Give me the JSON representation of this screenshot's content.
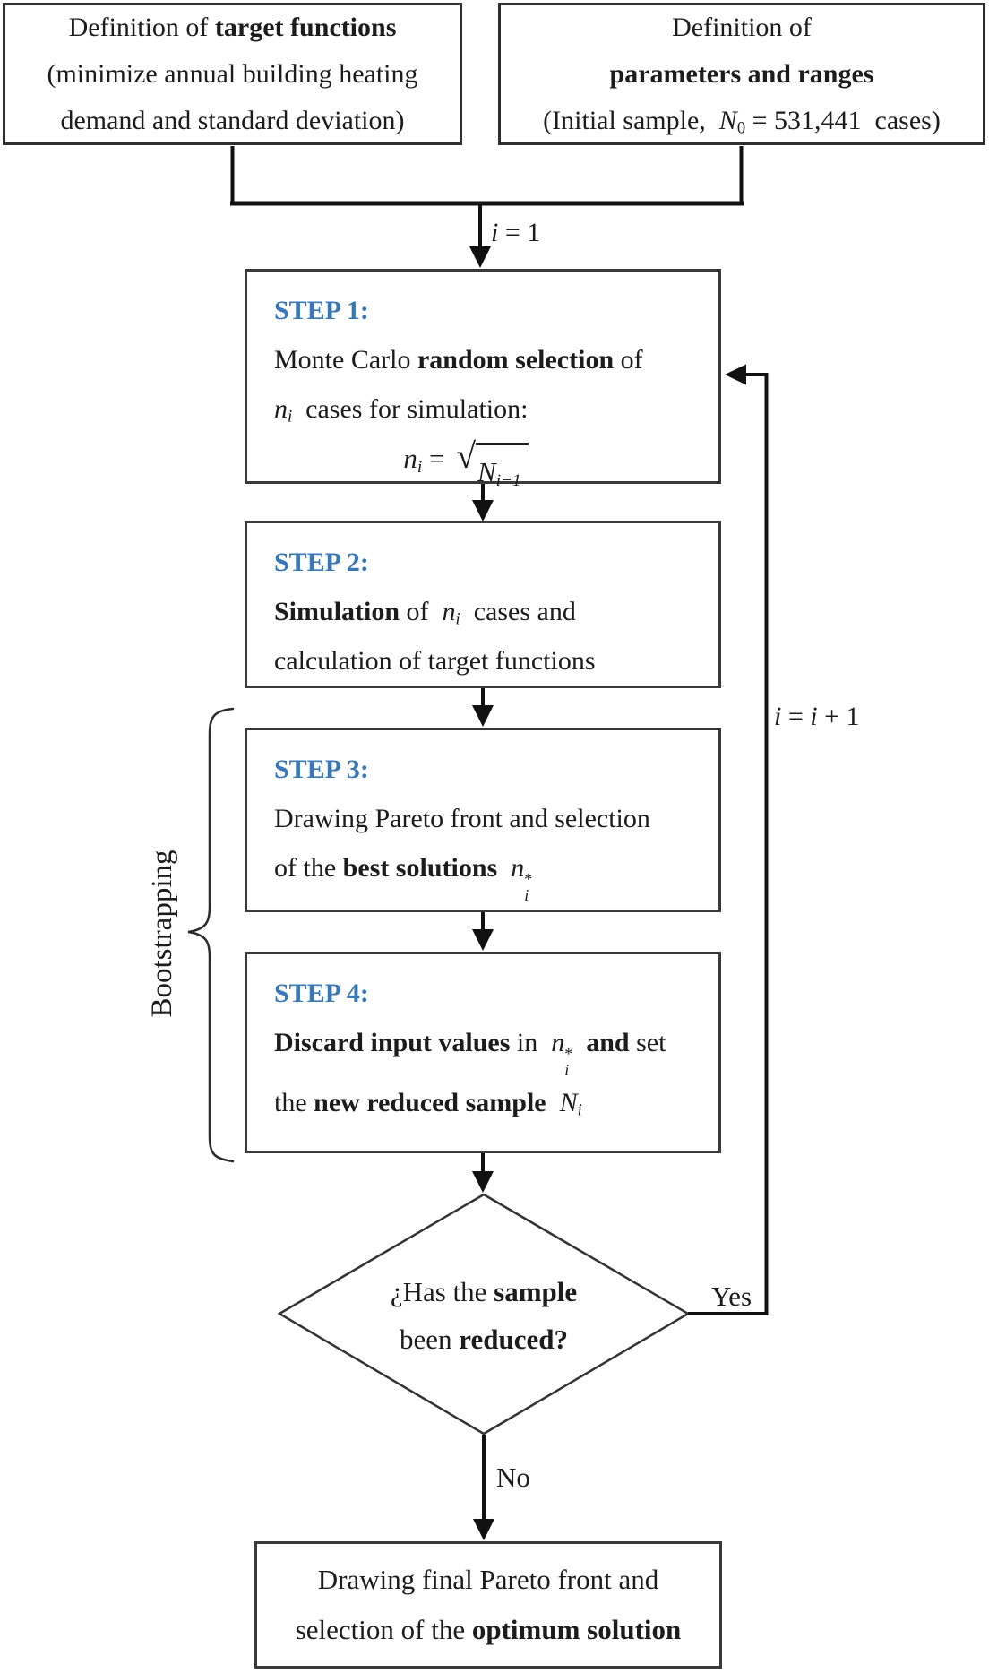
{
  "colors": {
    "step_title_blue": "#3a78b5",
    "box_border_gray": "#3a3a3a",
    "connector_black": "#111111",
    "background": "#ffffff"
  },
  "top_left_box": {
    "lines": [
      [
        {
          "t": "Definition of "
        },
        {
          "t": "target functions",
          "b": true
        }
      ],
      [
        {
          "t": "(minimize annual building heating"
        }
      ],
      [
        {
          "t": "demand and standard deviation)"
        }
      ]
    ]
  },
  "top_right_box": {
    "lines": [
      [
        {
          "t": "Definition of"
        }
      ],
      [
        {
          "t": "parameters and ranges",
          "b": true
        }
      ],
      [
        {
          "t": "(Initial sample,  "
        },
        {
          "t": "N",
          "i": true
        },
        {
          "t": "0",
          "sub": true
        },
        {
          "t": " = 531,441  cases)"
        }
      ]
    ]
  },
  "steps": [
    {
      "title": "STEP 1:",
      "lines": [
        [
          {
            "t": "Monte Carlo "
          },
          {
            "t": "random selection",
            "b": true
          },
          {
            "t": " of"
          }
        ],
        [
          {
            "t": "n",
            "i": true
          },
          {
            "t": "i",
            "i": true,
            "sub": true
          },
          {
            "t": "  cases for simulation:"
          }
        ]
      ],
      "formula": [
        {
          "t": "n",
          "i": true
        },
        {
          "t": "i",
          "i": true,
          "sub": true
        },
        {
          "t": " = "
        },
        {
          "r": [
            {
              "t": "N",
              "i": true
            },
            {
              "t": "i−1",
              "i": true,
              "sub": true
            }
          ]
        }
      ]
    },
    {
      "title": "STEP 2:",
      "lines": [
        [
          {
            "t": "Simulation",
            "b": true
          },
          {
            "t": " of  "
          },
          {
            "t": "n",
            "i": true
          },
          {
            "t": "i",
            "i": true,
            "sub": true
          },
          {
            "t": "  cases and"
          }
        ],
        [
          {
            "t": "calculation of target functions"
          }
        ]
      ]
    },
    {
      "title": "STEP 3:",
      "lines": [
        [
          {
            "t": "Drawing Pareto front and selection"
          }
        ],
        [
          {
            "t": "of the "
          },
          {
            "t": "best solutions",
            "b": true
          },
          {
            "t": "  "
          },
          {
            "t": "n",
            "i": true
          },
          {
            "stk": {
              "sup": "*",
              "sub": "i"
            }
          }
        ]
      ]
    },
    {
      "title": "STEP 4:",
      "lines": [
        [
          {
            "t": "Discard input values",
            "b": true
          },
          {
            "t": " in  "
          },
          {
            "t": "n",
            "i": true
          },
          {
            "stk": {
              "sup": "*",
              "sub": "i"
            }
          },
          {
            "t": "  "
          },
          {
            "t": "and",
            "b": true
          },
          {
            "t": " set"
          }
        ],
        [
          {
            "t": "the "
          },
          {
            "t": "new reduced sample",
            "b": true
          },
          {
            "t": "  "
          },
          {
            "t": "N",
            "i": true
          },
          {
            "t": "i",
            "i": true,
            "sub": true
          }
        ]
      ]
    }
  ],
  "decision": {
    "lines": [
      [
        {
          "t": "¿Has the "
        },
        {
          "t": "sample",
          "b": true
        }
      ],
      [
        {
          "t": "been "
        },
        {
          "t": "reduced?",
          "b": true
        }
      ]
    ]
  },
  "final_box": {
    "lines": [
      [
        {
          "t": "Drawing final Pareto front and"
        }
      ],
      [
        {
          "t": "selection of the "
        },
        {
          "t": "optimum solution",
          "b": true
        }
      ]
    ]
  },
  "labels": {
    "iteration_init": [
      {
        "t": "i",
        "i": true
      },
      {
        "t": " = 1"
      }
    ],
    "iteration_increment": [
      {
        "t": "i",
        "i": true
      },
      {
        "t": " = "
      },
      {
        "t": "i",
        "i": true
      },
      {
        "t": " + 1"
      }
    ],
    "yes": "Yes",
    "no": "No",
    "bootstrapping": "Bootstrapping"
  }
}
